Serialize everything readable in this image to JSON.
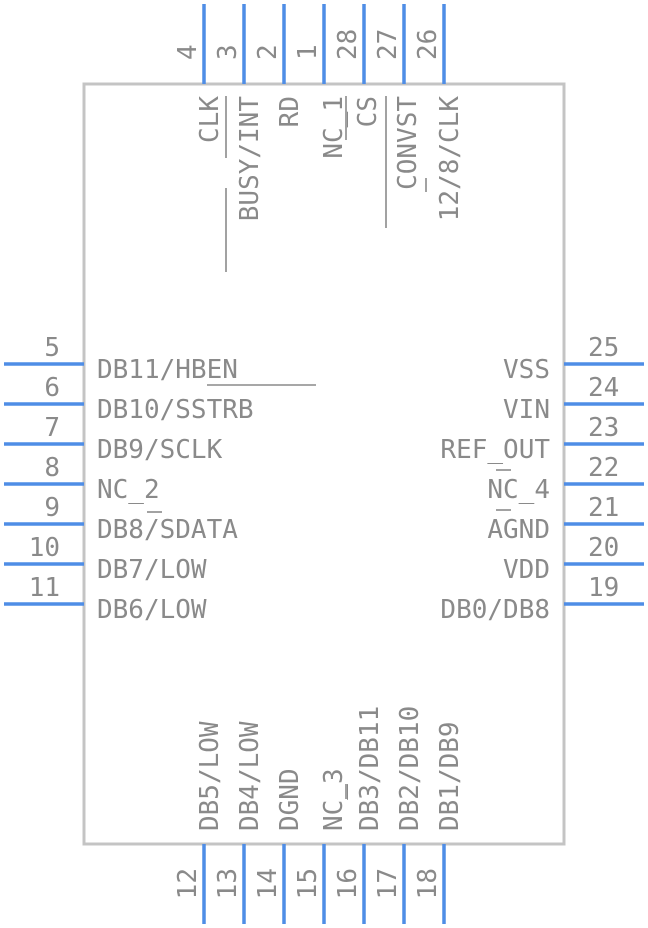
{
  "left_pins": [
    {
      "number": "5",
      "name": "DB11/HBEN"
    },
    {
      "number": "6",
      "name": "DB10/SSTRB"
    },
    {
      "number": "7",
      "name": "DB9/SCLK"
    },
    {
      "number": "8",
      "name": "NC_2"
    },
    {
      "number": "9",
      "name": "DB8/SDATA"
    },
    {
      "number": "10",
      "name": "DB7/LOW"
    },
    {
      "number": "11",
      "name": "DB6/LOW"
    }
  ],
  "right_pins": [
    {
      "number": "25",
      "name": "VSS"
    },
    {
      "number": "24",
      "name": "VIN"
    },
    {
      "number": "23",
      "name": "REF_OUT"
    },
    {
      "number": "22",
      "name": "NC_4"
    },
    {
      "number": "21",
      "name": "AGND"
    },
    {
      "number": "20",
      "name": "VDD"
    },
    {
      "number": "19",
      "name": "DB0/DB8"
    }
  ],
  "top_pins": [
    {
      "number": "4",
      "name": "CLK"
    },
    {
      "number": "3",
      "name": "BUSY/INT"
    },
    {
      "number": "2",
      "name": "RD"
    },
    {
      "number": "1",
      "name": "NC_1"
    },
    {
      "number": "28",
      "name": "CS"
    },
    {
      "number": "27",
      "name": "CONVST"
    },
    {
      "number": "26",
      "name": "12/8/CLK"
    }
  ],
  "bottom_pins": [
    {
      "number": "12",
      "name": "DB5/LOW"
    },
    {
      "number": "13",
      "name": "DB4/LOW"
    },
    {
      "number": "14",
      "name": "DGND"
    },
    {
      "number": "15",
      "name": "NC_3"
    },
    {
      "number": "16",
      "name": "DB3/DB11"
    },
    {
      "number": "17",
      "name": "DB2/DB10"
    },
    {
      "number": "18",
      "name": "DB1/DB9"
    }
  ],
  "colors": {
    "pin": "#4f8de6",
    "body": "#c4c4c4",
    "text": "#8a8a8a"
  }
}
